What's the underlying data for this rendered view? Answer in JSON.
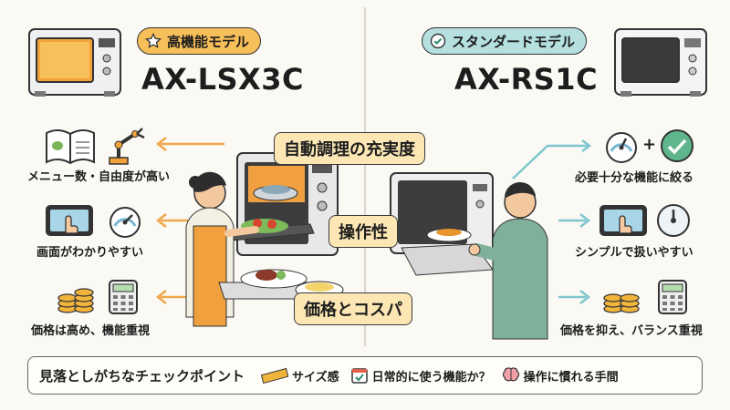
{
  "left": {
    "badge": "高機能モデル",
    "badge_icon": "star-icon",
    "model": "AX-LSX3C",
    "items": [
      {
        "caption": "メニュー数・自由度が高い",
        "icons": [
          "recipe-book-icon",
          "robot-arm-icon"
        ]
      },
      {
        "caption": "画面がわかりやすい",
        "icons": [
          "tablet-touch-icon",
          "gauge-icon"
        ]
      },
      {
        "caption": "価格は高め、機能重視",
        "icons": [
          "coin-stack-icon",
          "calculator-icon"
        ]
      }
    ]
  },
  "right": {
    "badge": "スタンダードモデル",
    "badge_icon": "check-circle-icon",
    "model": "AX-RS1C",
    "items": [
      {
        "caption": "必要十分な機能に絞る",
        "icons": [
          "gauge-icon",
          "check-circle-icon"
        ],
        "plus": "+"
      },
      {
        "caption": "シンプルで扱いやすい",
        "icons": [
          "tablet-touch-icon",
          "dial-icon"
        ]
      },
      {
        "caption": "価格を抑え、バランス重視",
        "icons": [
          "coin-stack-icon",
          "calculator-icon"
        ]
      }
    ]
  },
  "center": {
    "labels": [
      "自動調理の充実度",
      "操作性",
      "価格とコスパ"
    ]
  },
  "checkpoints": {
    "title": "見落としがちなチェックポイント",
    "items": [
      {
        "label": "サイズ感",
        "icon": "ruler-icon"
      },
      {
        "label": "日常的に使う機能か？",
        "icon": "calendar-check-icon"
      },
      {
        "label": "操作に慣れる手間",
        "icon": "brain-icon"
      }
    ]
  },
  "colors": {
    "accent_orange": "#f7bf59",
    "accent_teal": "#b6dfe0",
    "background": "#fbf9f4"
  }
}
